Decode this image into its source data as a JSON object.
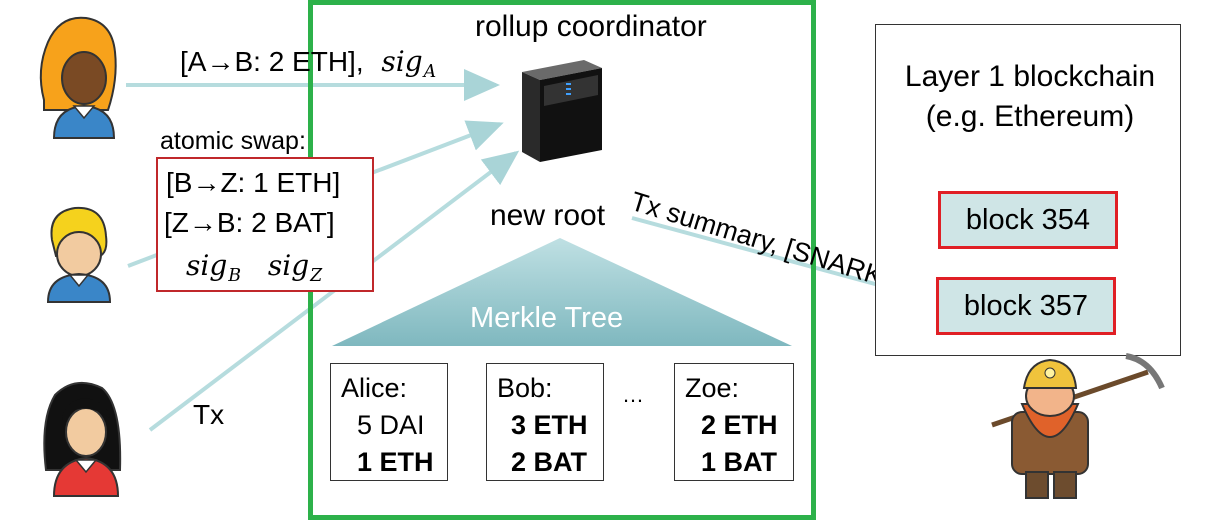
{
  "coordinator": {
    "title": "rollup coordinator"
  },
  "alice_tx": {
    "text": "[A→B:  2 ETH],",
    "sig": "sig",
    "sig_sub": "A"
  },
  "swap": {
    "heading": "atomic swap:",
    "line1": "[B→Z:  1 ETH]",
    "line2": "[Z→B:  2 BAT]",
    "sig1": "sig",
    "sig1_sub": "B",
    "sig2": "sig",
    "sig2_sub": "Z"
  },
  "tx_label": "Tx",
  "new_root": "new root",
  "merkle": {
    "label": "Merkle Tree"
  },
  "accounts": [
    {
      "name": "Alice:",
      "line1": "5 DAI",
      "line2": "1 ETH"
    },
    {
      "name": "Bob:",
      "line1": "3 ETH",
      "line2": "2 BAT"
    },
    {
      "name": "Zoe:",
      "line1": "2 ETH",
      "line2": "1 BAT"
    }
  ],
  "ellipsis": "…",
  "summary_label": "Tx summary, [SNARK]",
  "layer1": {
    "title_line1": "Layer 1 blockchain",
    "title_line2": "(e.g. Ethereum)"
  },
  "blocks": [
    {
      "label": "block  354"
    },
    {
      "label": "block  357"
    }
  ],
  "colors": {
    "green_border": "#2db14a",
    "red_border": "#c0282b",
    "arrow": "#b6dcde",
    "merkle_fill": "#8fc3c9",
    "block_fill": "#cfe5e6"
  },
  "icons": [
    "user-orange-hair-icon",
    "user-blonde-icon",
    "user-black-hair-icon",
    "server-icon",
    "miner-icon"
  ]
}
